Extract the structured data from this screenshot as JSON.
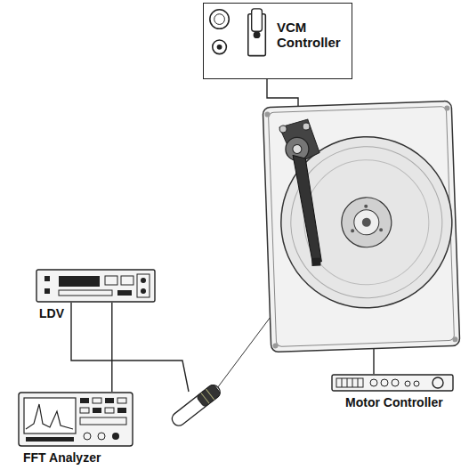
{
  "diagram": {
    "nodes": [
      {
        "text": [
          "VCM Controller"
        ]
      },
      {
        "text": [
          "LDV"
        ]
      },
      {
        "text": [
          "FFT Analyzer"
        ]
      },
      {
        "text": [
          "Motor Controller"
        ]
      }
    ],
    "edges": [
      {
        "from": 1,
        "to": 2,
        "arrow": "none"
      }
    ]
  }
}
